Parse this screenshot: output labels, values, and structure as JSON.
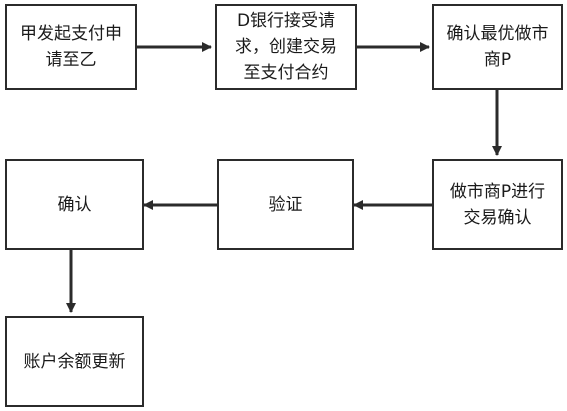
{
  "diagram": {
    "nodes": {
      "request": {
        "label": "甲发起支付申\n请至乙"
      },
      "bank": {
        "label": "D银行接受请\n求，创建交易\n至支付合约"
      },
      "select_mm": {
        "label": "确认最优做市\n商P"
      },
      "mm_confirm": {
        "label": "做市商P进行\n交易确认"
      },
      "verify": {
        "label": "验证"
      },
      "confirm": {
        "label": "确认"
      },
      "balance_update": {
        "label": "账户余额更新"
      }
    },
    "edges": [
      {
        "from": "request",
        "to": "bank"
      },
      {
        "from": "bank",
        "to": "select_mm"
      },
      {
        "from": "select_mm",
        "to": "mm_confirm"
      },
      {
        "from": "mm_confirm",
        "to": "verify"
      },
      {
        "from": "verify",
        "to": "confirm"
      },
      {
        "from": "confirm",
        "to": "balance_update"
      }
    ],
    "colors": {
      "stroke": "#2b2b2b",
      "text": "#1a1a1a",
      "background": "#ffffff"
    }
  }
}
